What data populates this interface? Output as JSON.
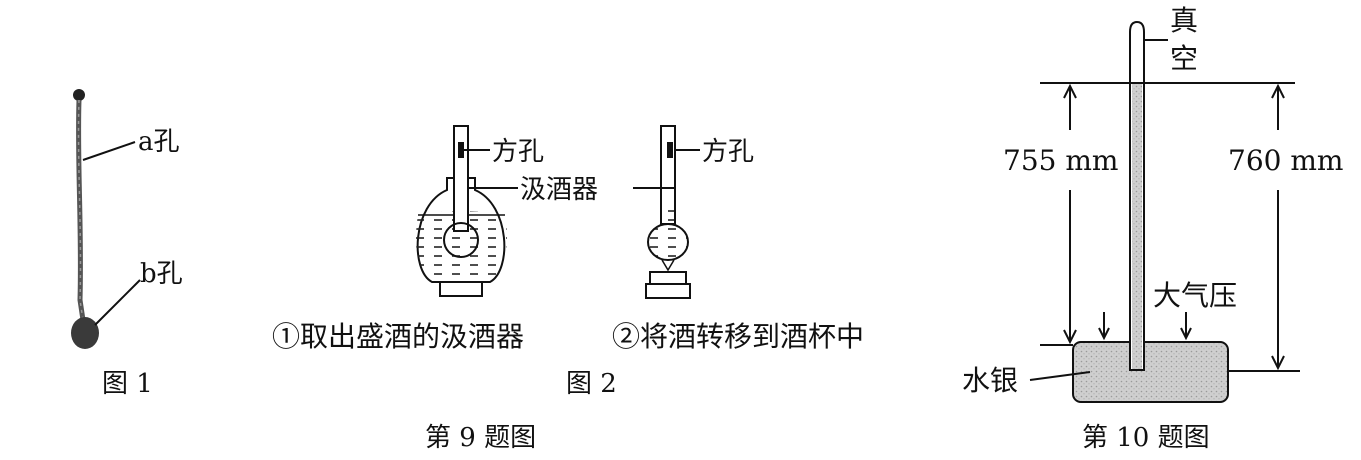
{
  "fig9": {
    "fig1": {
      "label_a": "a孔",
      "label_b": "b孔",
      "caption": "图 1"
    },
    "fig2": {
      "square_hole_left": "方孔",
      "square_hole_right": "方孔",
      "dipper": "汲酒器",
      "step1": "①取出盛酒的汲酒器",
      "step2": "②将酒转移到酒杯中",
      "caption": "图 2"
    },
    "caption": "第 9 题图"
  },
  "fig10": {
    "vacuum_1": "真",
    "vacuum_2": "空",
    "h_left": "755 mm",
    "h_right": "760 mm",
    "atm": "大气压",
    "mercury": "水银",
    "caption": "第 10 题图"
  },
  "colors": {
    "ink": "#111111",
    "mercury_fill": "#c8c8c8",
    "tube_fill": "#bdbdbd"
  }
}
